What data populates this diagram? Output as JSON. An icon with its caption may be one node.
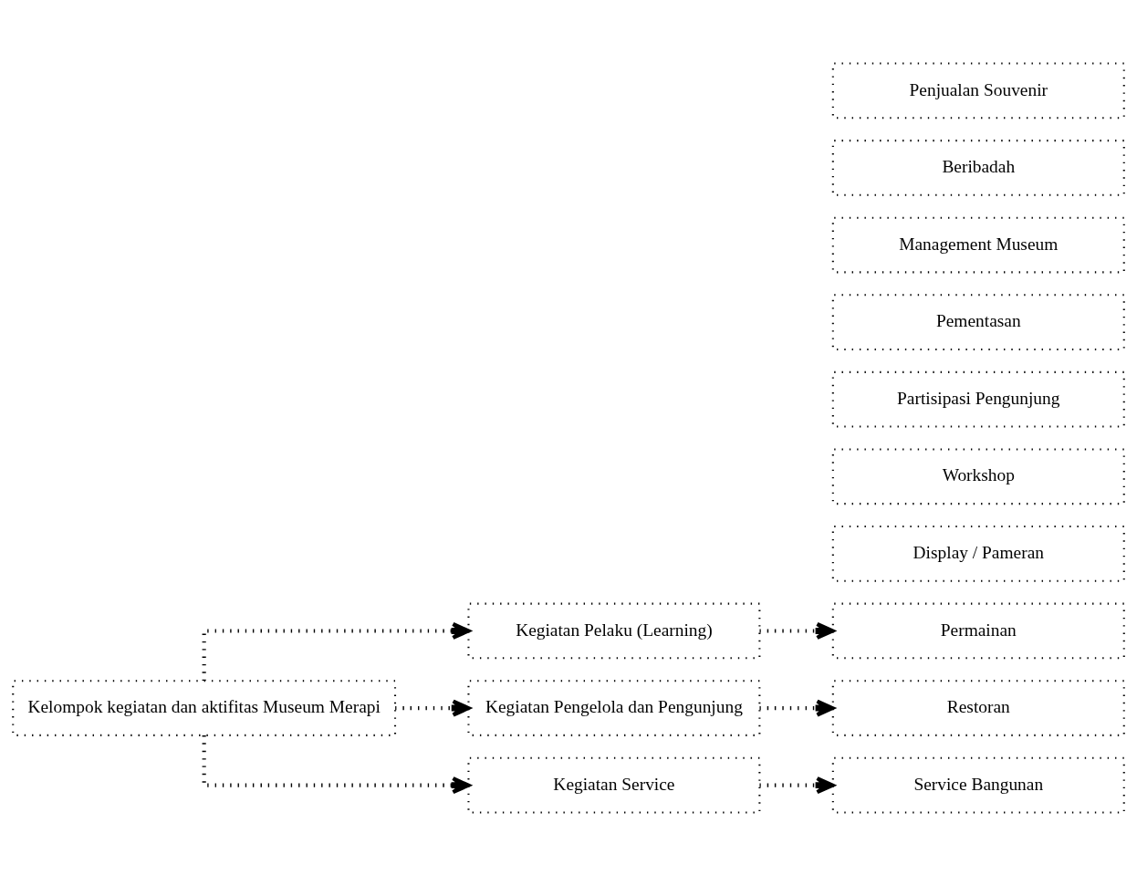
{
  "diagram": {
    "nodes": [
      {
        "text": [
          "Kelompok kegiatan dan aktifitas Museum Merapi"
        ]
      },
      {
        "text": [
          "Kegiatan Pelaku (Learning)"
        ]
      },
      {
        "text": [
          "Kegiatan Pengelola dan Pengunjung"
        ]
      },
      {
        "text": [
          "Kegiatan Service"
        ]
      },
      {
        "text": [
          "Display / Pameran"
        ]
      },
      {
        "text": [
          "Workshop"
        ]
      },
      {
        "text": [
          "Permainan"
        ]
      },
      {
        "text": [
          "Partisipasi Pengunjung"
        ]
      },
      {
        "text": [
          "Pementasan"
        ]
      },
      {
        "text": [
          "Management Museum"
        ]
      },
      {
        "text": [
          "Beribadah"
        ]
      },
      {
        "text": [
          "Restoran"
        ]
      },
      {
        "text": [
          "Penjualan Souvenir"
        ]
      },
      {
        "text": [
          "Service Bangunan"
        ]
      }
    ],
    "edges": [
      {
        "from": 0,
        "to": 1,
        "arrow": "to",
        "style": "dashed"
      },
      {
        "from": 0,
        "to": 2,
        "arrow": "to",
        "style": "dashed"
      },
      {
        "from": 0,
        "to": 3,
        "arrow": "to",
        "style": "dashed"
      },
      {
        "from": 1,
        "to": 6,
        "arrow": "to",
        "style": "dashed"
      },
      {
        "from": 2,
        "to": 11,
        "arrow": "to",
        "style": "dashed"
      },
      {
        "from": 3,
        "to": 13,
        "arrow": "to",
        "style": "dashed"
      }
    ]
  }
}
